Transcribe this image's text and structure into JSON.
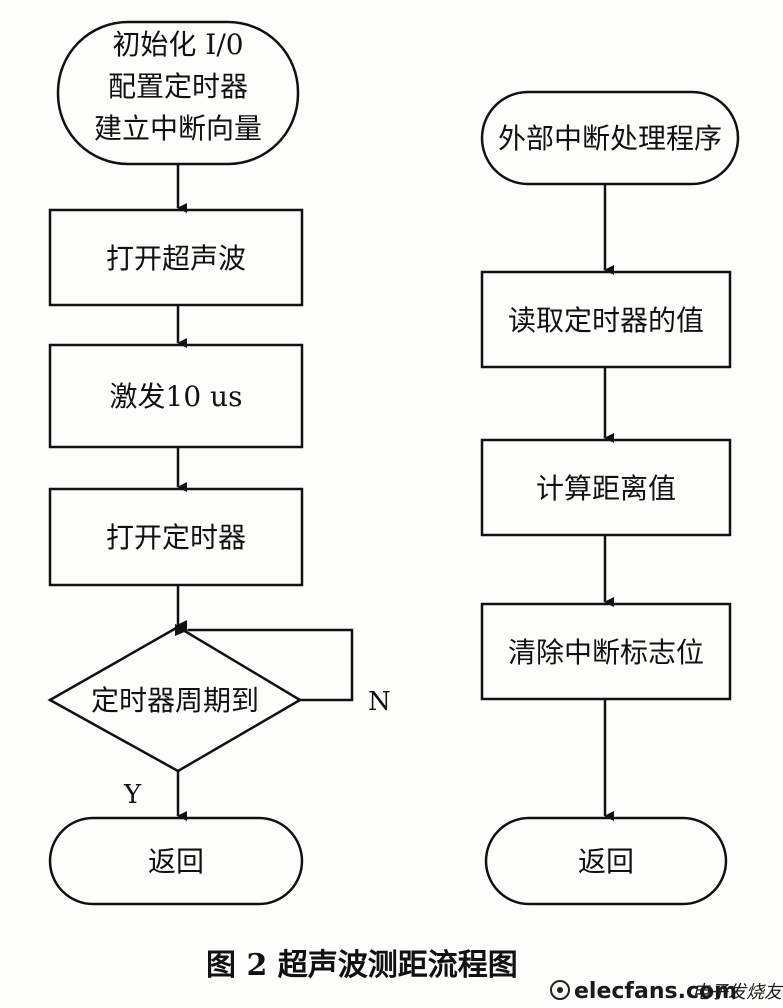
{
  "left_flow": {
    "start": [
      "初始化  I/0",
      "配置定时器",
      "建立中断向量"
    ],
    "step1": "打开超声波",
    "step2": "激发10 us",
    "step3": "打开定时器",
    "decision": "定时器周期到",
    "label_no": "N",
    "label_yes": "Y",
    "end": "返回"
  },
  "right_flow": {
    "start": "外部中断处理程序",
    "step1": "读取定时器的值",
    "step2": "计算距离值",
    "step3": "清除中断标志位",
    "end": "返回"
  },
  "caption": "图 2  超声波测距流程图",
  "watermark": {
    "site": "elecfans.com",
    "name": "电子发烧友"
  }
}
